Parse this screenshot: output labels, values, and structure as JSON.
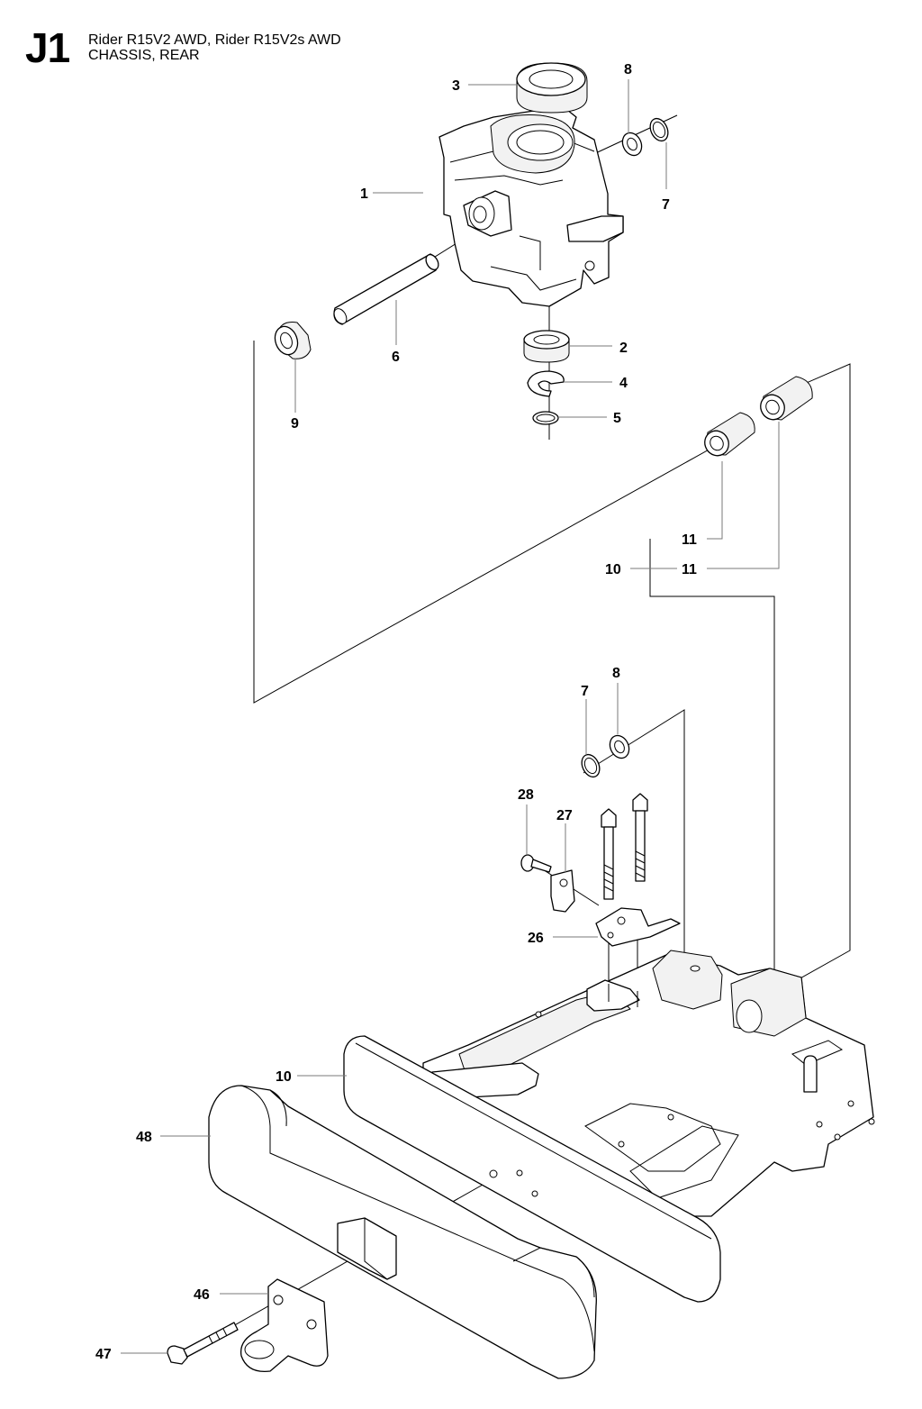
{
  "header": {
    "sheet_code": "J1",
    "model": "Rider R15V2 AWD, Rider R15V2s AWD",
    "section": "CHASSIS, REAR"
  },
  "part_labels": [
    "1",
    "2",
    "3",
    "4",
    "5",
    "6",
    "7",
    "8",
    "9",
    "10",
    "10",
    "11",
    "11",
    "7",
    "8",
    "26",
    "27",
    "28",
    "46",
    "47",
    "48"
  ]
}
